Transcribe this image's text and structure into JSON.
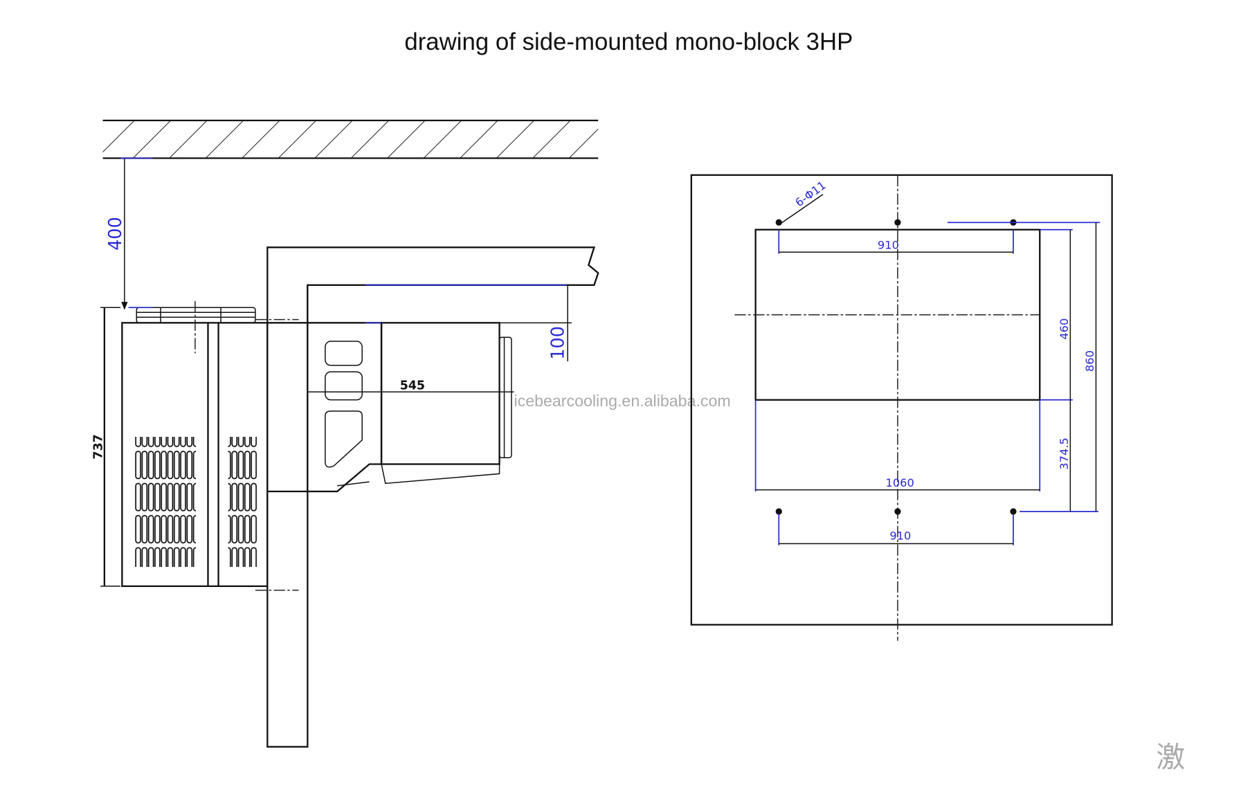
{
  "title": "drawing of side-mounted mono-block 3HP",
  "side_view": {
    "dim_ceiling_clearance": "400",
    "dim_unit_height": "737",
    "dim_top_gap": "100",
    "dim_depth": "545"
  },
  "wall_opening_view": {
    "hole_spec": "6-Φ11",
    "dim_hole_spacing_top": "910",
    "dim_opening_width": "1060",
    "dim_hole_spacing_bottom": "910",
    "dim_opening_height": "460",
    "dim_lower_offset": "374.5",
    "dim_hole_vertical_spacing": "860"
  },
  "watermark": "icebearcooling.en.alibaba.com",
  "corner_mark": "激",
  "colors": {
    "dimension": "#2a2ad0",
    "line": "#111111"
  }
}
